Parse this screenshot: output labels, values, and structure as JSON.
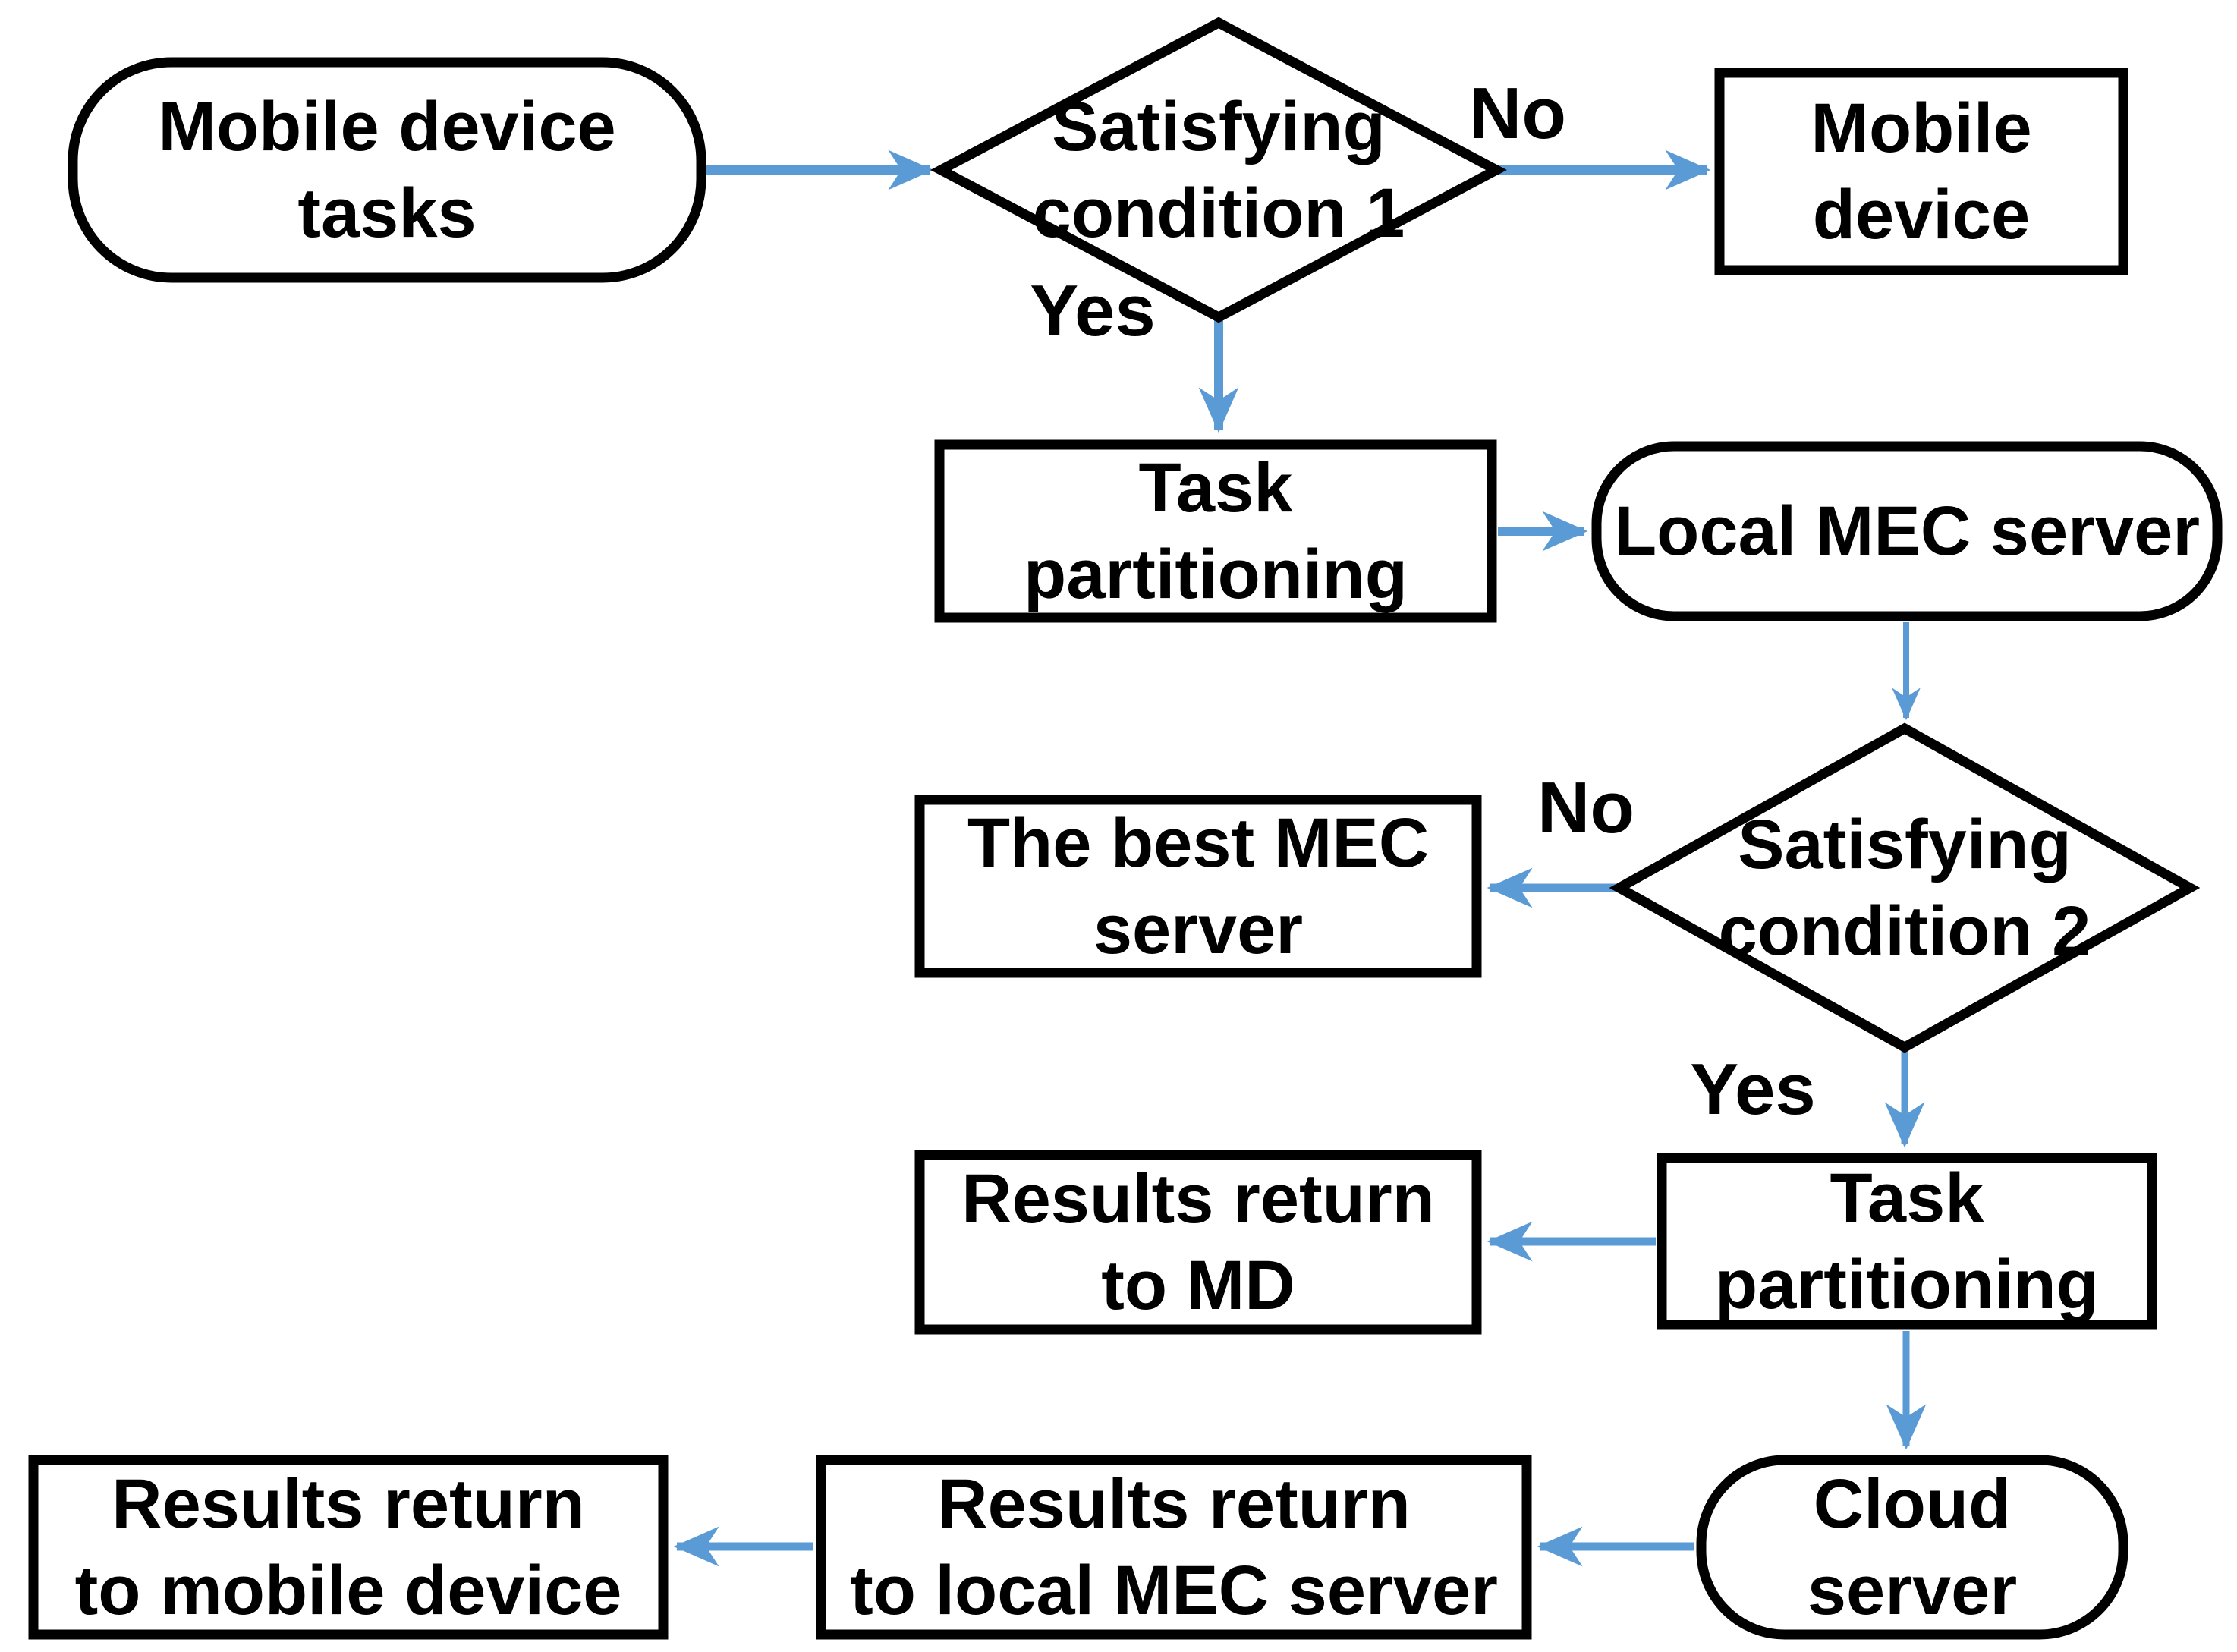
{
  "diagram": {
    "type": "flowchart",
    "colors": {
      "arrow": "#5B9BD5",
      "shape_border": "#000000",
      "shape_fill": "#FFFFFF",
      "text": "#000000",
      "background": "#FFFFFF"
    },
    "nodes": {
      "mobile_device_tasks": {
        "type": "terminator",
        "label": "Mobile device\ntasks"
      },
      "satisfying_condition_1": {
        "type": "decision",
        "label": "Satisfying\ncondition 1"
      },
      "mobile_device": {
        "type": "process",
        "label": "Mobile\ndevice"
      },
      "task_partitioning_1": {
        "type": "process",
        "label": "Task\npartitioning"
      },
      "local_mec_server": {
        "type": "terminator",
        "label": "Local MEC server"
      },
      "satisfying_condition_2": {
        "type": "decision",
        "label": "Satisfying\ncondition 2"
      },
      "best_mec_server": {
        "type": "process",
        "label": "The best MEC\nserver"
      },
      "task_partitioning_2": {
        "type": "process",
        "label": "Task\npartitioning"
      },
      "results_return_md": {
        "type": "process",
        "label": "Results return\nto MD"
      },
      "cloud_server": {
        "type": "terminator",
        "label": "Cloud\nserver"
      },
      "results_return_local_mec": {
        "type": "process",
        "label": "Results return\nto local MEC server"
      },
      "results_return_mobile_device": {
        "type": "process",
        "label": "Results return\nto mobile device"
      }
    },
    "edges": [
      {
        "from": "mobile_device_tasks",
        "to": "satisfying_condition_1",
        "label": ""
      },
      {
        "from": "satisfying_condition_1",
        "to": "mobile_device",
        "label": "No"
      },
      {
        "from": "satisfying_condition_1",
        "to": "task_partitioning_1",
        "label": "Yes"
      },
      {
        "from": "task_partitioning_1",
        "to": "local_mec_server",
        "label": ""
      },
      {
        "from": "local_mec_server",
        "to": "satisfying_condition_2",
        "label": ""
      },
      {
        "from": "satisfying_condition_2",
        "to": "best_mec_server",
        "label": "No"
      },
      {
        "from": "satisfying_condition_2",
        "to": "task_partitioning_2",
        "label": "Yes"
      },
      {
        "from": "task_partitioning_2",
        "to": "results_return_md",
        "label": ""
      },
      {
        "from": "task_partitioning_2",
        "to": "cloud_server",
        "label": ""
      },
      {
        "from": "cloud_server",
        "to": "results_return_local_mec",
        "label": ""
      },
      {
        "from": "results_return_local_mec",
        "to": "results_return_mobile_device",
        "label": ""
      }
    ]
  }
}
